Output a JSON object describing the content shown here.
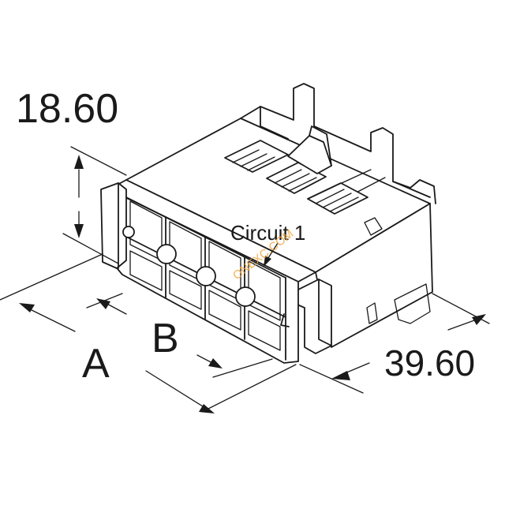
{
  "dimensions": {
    "height_label": "18.60",
    "depth_label": "39.60",
    "a_label": "A",
    "b_label": "B"
  },
  "callouts": {
    "circuit_label": "Circuit 1"
  },
  "watermark": {
    "text": "ONEXC.COM",
    "color": "#f2a33a"
  }
}
